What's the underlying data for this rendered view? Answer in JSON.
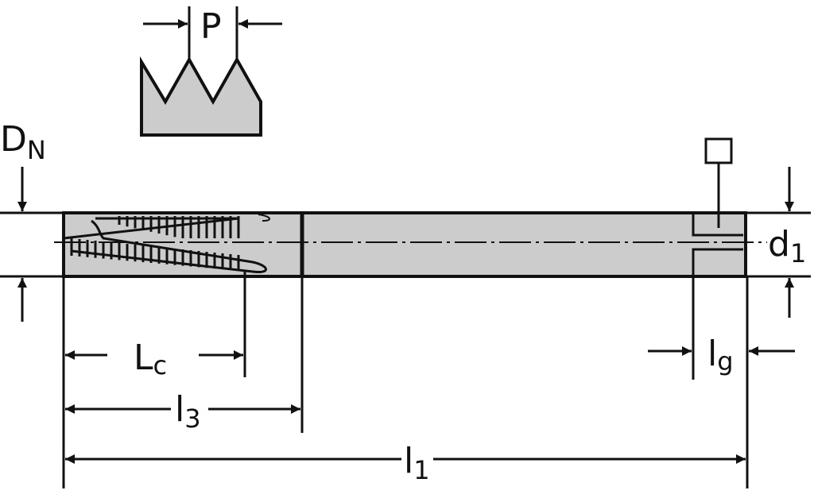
{
  "labels": {
    "pitch": "P",
    "nominal_diameter": {
      "main": "D",
      "sub": "N"
    },
    "shank_diameter": {
      "main": "d",
      "sub": "1"
    },
    "cutting_length": {
      "main": "L",
      "sub": "c"
    },
    "neck_length": {
      "main": "l",
      "sub": "3"
    },
    "overall_length": {
      "main": "l",
      "sub": "1"
    },
    "flat_length": {
      "main": "l",
      "sub": "g"
    }
  },
  "colors": {
    "body": "#cccccc",
    "line": "#111111"
  }
}
